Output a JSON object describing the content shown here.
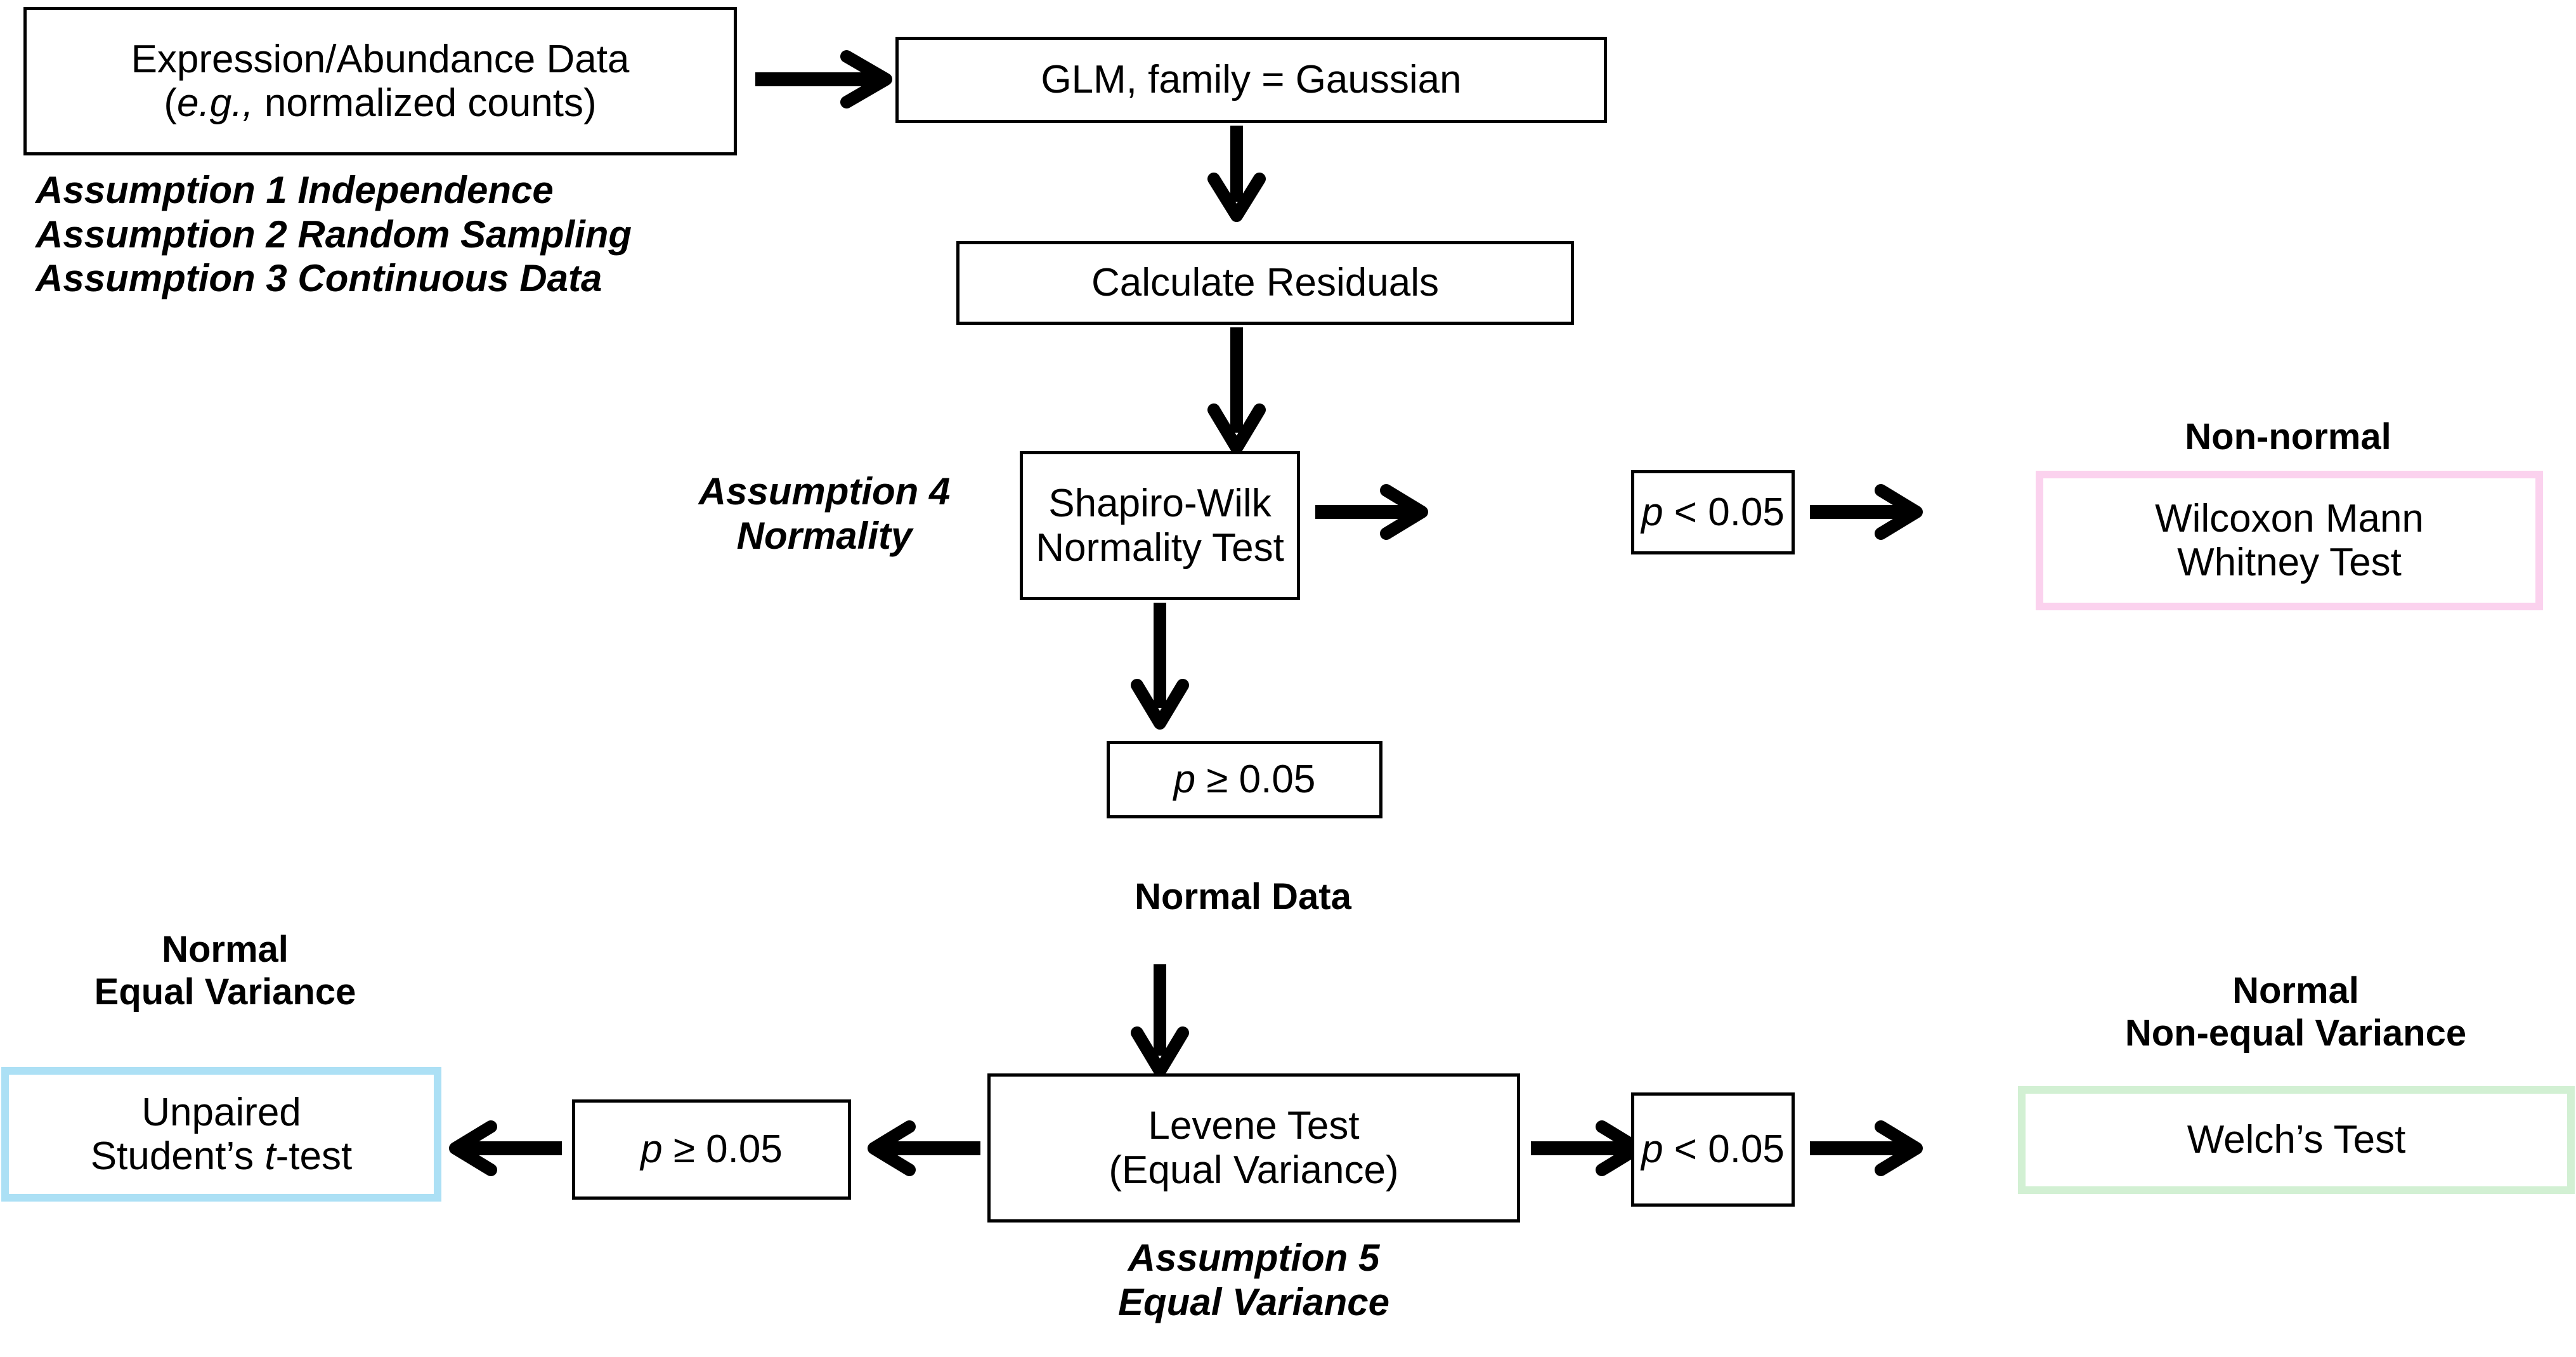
{
  "figure": {
    "title": "Statistical test selection flowchart for expression/abundance data",
    "palette": {
      "stroke": "#000000",
      "background": "#FFFFFF",
      "nonnormal_box_border": "#FBD2EE",
      "equalvar_box_border": "#ACE0F5",
      "nonequalvar_box_border": "#D2F0D3"
    }
  },
  "nodes": {
    "input_data": {
      "line1": "Expression/Abundance Data",
      "line2_prefix": "(",
      "line2_italic": "e.g.,",
      "line2_suffix": " normalized counts)"
    },
    "glm": {
      "label": "GLM, family = Gaussian"
    },
    "residuals": {
      "label": "Calculate Residuals"
    },
    "shapiro": {
      "line1": "Shapiro-Wilk",
      "line2": "Normality Test"
    },
    "levene": {
      "line1": "Levene Test",
      "line2": "(Equal Variance)"
    },
    "p_lt_005_normality": {
      "italic": "p",
      "rest": " < 0.05"
    },
    "p_ge_005_normality": {
      "italic": "p",
      "rest": "  ≥  0.05"
    },
    "p_ge_005_variance": {
      "italic": "p",
      "rest": " ≥ 0.05"
    },
    "p_lt_005_variance": {
      "italic": "p",
      "rest": " < 0.05"
    },
    "wilcoxon": {
      "line1": "Wilcoxon Mann",
      "line2": "Whitney Test"
    },
    "ttest": {
      "line1": "Unpaired",
      "line2_a": "Student’s ",
      "line2_italic": "t",
      "line2_b": "-test"
    },
    "welch": {
      "label": "Welch’s Test"
    }
  },
  "labels": {
    "assumption_1": "Assumption 1 Independence",
    "assumption_2": "Assumption 2 Random Sampling",
    "assumption_3": "Assumption 3 Continuous Data",
    "assumption_4_line1": "Assumption 4",
    "assumption_4_line2": "Normality",
    "assumption_5_line1": "Assumption 5",
    "assumption_5_line2": "Equal Variance",
    "non_normal": "Non-normal",
    "normal_data": "Normal Data",
    "normal_equal_variance_line1": "Normal",
    "normal_equal_variance_line2": "Equal Variance",
    "normal_nonequal_variance_line1": "Normal",
    "normal_nonequal_variance_line2": "Non-equal Variance"
  },
  "flow": {
    "type": "flowchart",
    "edges": [
      {
        "from": "input_data",
        "to": "glm",
        "direction": "right"
      },
      {
        "from": "glm",
        "to": "residuals",
        "direction": "down"
      },
      {
        "from": "residuals",
        "to": "shapiro",
        "direction": "down"
      },
      {
        "from": "shapiro",
        "to": "p_lt_005_normality",
        "direction": "right"
      },
      {
        "from": "p_lt_005_normality",
        "to": "wilcoxon",
        "direction": "right"
      },
      {
        "from": "shapiro",
        "to": "p_ge_005_normality",
        "direction": "down"
      },
      {
        "from": "p_ge_005_normality",
        "to": "levene",
        "direction": "down"
      },
      {
        "from": "levene",
        "to": "p_ge_005_variance",
        "direction": "left"
      },
      {
        "from": "p_ge_005_variance",
        "to": "ttest",
        "direction": "left"
      },
      {
        "from": "levene",
        "to": "p_lt_005_variance",
        "direction": "right"
      },
      {
        "from": "p_lt_005_variance",
        "to": "welch",
        "direction": "right"
      }
    ]
  }
}
